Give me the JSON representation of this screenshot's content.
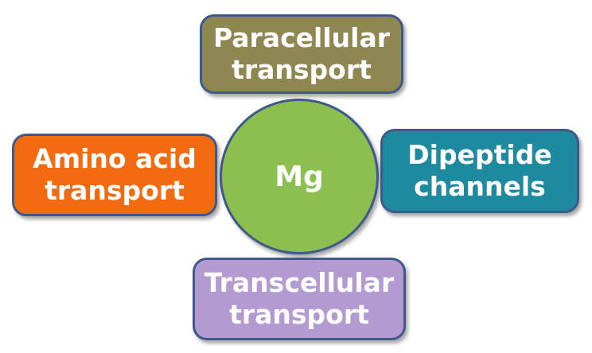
{
  "center": {
    "label": "Mg",
    "color": "#8bbf4f"
  },
  "nodes": {
    "top": {
      "line1": "Paracellular",
      "line2": "transport",
      "color": "#8f8752"
    },
    "left": {
      "line1": "Amino acid",
      "line2": "transport",
      "color": "#f26b10"
    },
    "right": {
      "line1": "Dipeptide",
      "line2": "channels",
      "color": "#1e8aa0"
    },
    "bottom": {
      "line1": "Transcellular",
      "line2": "transport",
      "color": "#b39ad0"
    }
  },
  "border_color": "#3d5a8a"
}
